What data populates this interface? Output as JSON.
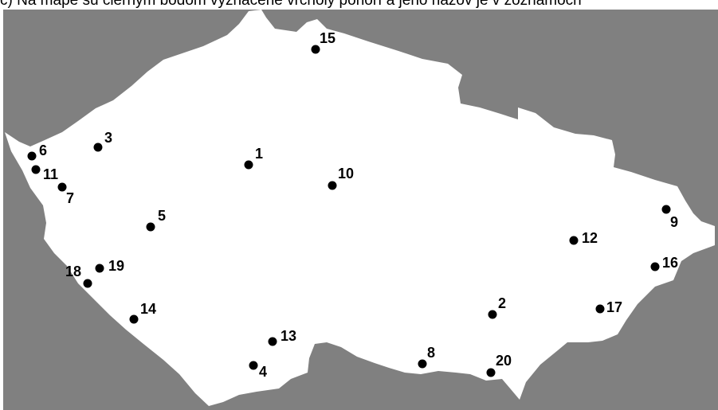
{
  "caption": "c) Na mape sú čiernym bodom vyznačené vrcholy pohorí a jeho názov je v zoznamoch",
  "colors": {
    "background": "#808080",
    "land": "#ffffff",
    "marker": "#000000"
  },
  "points": [
    {
      "label": "1"
    },
    {
      "label": "2"
    },
    {
      "label": "3"
    },
    {
      "label": "4"
    },
    {
      "label": "5"
    },
    {
      "label": "6"
    },
    {
      "label": "7"
    },
    {
      "label": "8"
    },
    {
      "label": "9"
    },
    {
      "label": "10"
    },
    {
      "label": "11"
    },
    {
      "label": "12"
    },
    {
      "label": "13"
    },
    {
      "label": "14"
    },
    {
      "label": "15"
    },
    {
      "label": "16"
    },
    {
      "label": "17"
    },
    {
      "label": "18"
    },
    {
      "label": "19"
    },
    {
      "label": "20"
    }
  ]
}
